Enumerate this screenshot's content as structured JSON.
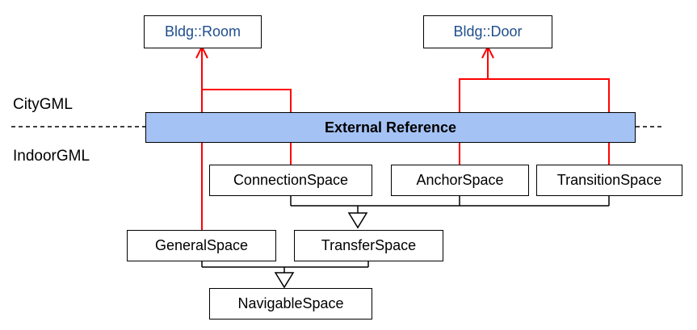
{
  "layers": {
    "upper": "CityGML",
    "lower": "IndoorGML"
  },
  "external_reference": "External Reference",
  "classes": {
    "bldg_room": "Bldg::Room",
    "bldg_door": "Bldg::Door",
    "connection_space": "ConnectionSpace",
    "anchor_space": "AnchorSpace",
    "transition_space": "TransitionSpace",
    "general_space": "GeneralSpace",
    "transfer_space": "TransferSpace",
    "navigable_space": "NavigableSpace"
  },
  "colors": {
    "reference_lines": "#ff0000",
    "external_reference_fill": "#a4c2f4",
    "bldg_text": "#1f4e8c"
  }
}
